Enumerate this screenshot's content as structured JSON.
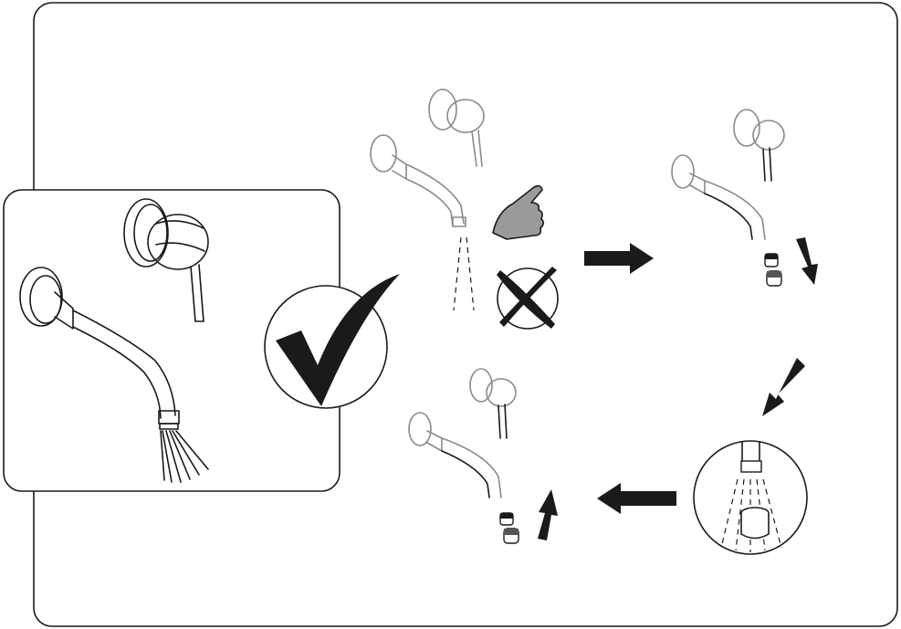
{
  "diagram": {
    "steps": [
      {
        "id": "faucet-working",
        "state": "correct-flow"
      },
      {
        "id": "weak-flow",
        "state": "incorrect"
      },
      {
        "id": "remove-aerator",
        "state": "action"
      },
      {
        "id": "clean-aerator",
        "state": "action"
      },
      {
        "id": "reinstall-aerator",
        "state": "action"
      }
    ],
    "icons": [
      "check-mark-icon",
      "cross-mark-icon",
      "pointing-hand-icon",
      "arrow-right-icon",
      "arrow-down-icon",
      "arrow-left-icon",
      "arrow-up-icon"
    ],
    "colors": {
      "line": "#1a1a1a",
      "faded": "#8a8a8a",
      "background": "#ffffff"
    }
  }
}
